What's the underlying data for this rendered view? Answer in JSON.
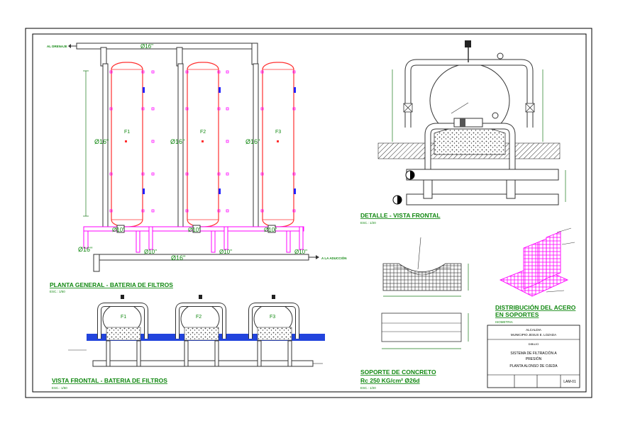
{
  "colors": {
    "frame": "#000000",
    "pipe": "#2a2a2a",
    "tank": "#ff3030",
    "dim": "#1a7a1a",
    "title": "#118811",
    "label": "#118811",
    "valve": "#ff00ff",
    "accent": "#2222ff",
    "water": "#2244dd",
    "rebar": "#ff00ff"
  },
  "plan": {
    "top_label": "AL DRENAJE",
    "top_pipe": "Ø16\"",
    "tanks": [
      {
        "name": "F1",
        "pipe": "Ø16\""
      },
      {
        "name": "F2",
        "pipe": "Ø16\""
      },
      {
        "name": "F3",
        "pipe": "Ø16\""
      }
    ],
    "left_pipe": "Ø16\"",
    "bottom_pipes": [
      "Ø10\"",
      "Ø10\"",
      "Ø10\""
    ],
    "header_pipe": "Ø16\"",
    "lower_pipes": [
      "Ø10\"",
      "Ø10\"",
      "Ø10\""
    ],
    "outlet_label": "A LA ADUCCIÓN",
    "title": "PLANTA GENERAL - BATERIA DE FILTROS",
    "scale": "ESC.: 1/50"
  },
  "detail": {
    "title": "DETALLE - VISTA FRONTAL",
    "scale": "ESC.: 1/20"
  },
  "front": {
    "tanks": [
      "F1",
      "F2",
      "F3"
    ],
    "title": "VISTA FRONTAL - BATERIA DE FILTROS",
    "scale": "ESC.: 1/50"
  },
  "support": {
    "title_line1": "SOPORTE DE CONCRETO",
    "title_line2": "Rc 250 KG/cm² Ø26d",
    "scale": "ESC.: 1/20"
  },
  "rebar": {
    "title_line1": "DISTRIBUCIÓN DEL ACERO",
    "title_line2": "EN SOPORTES",
    "subtitle": "ISOMETRIA"
  },
  "title_block": {
    "line1": "ALCALDIA",
    "line2": "MUNICIPIO JESUS E. LOZADA",
    "line3": "DIBUJO",
    "line4": "SISTEMA DE FILTRACIÓN A",
    "line5": "PRESIÓN",
    "line6": "PLANTA ALONSO DE OJEDA",
    "sheet": "LAM-01"
  }
}
